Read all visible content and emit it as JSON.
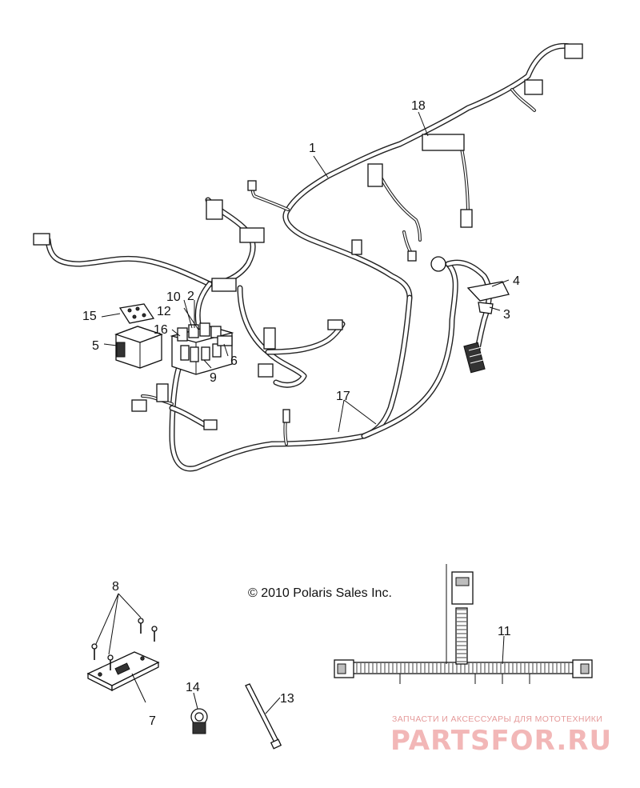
{
  "copyright": "© 2010 Polaris Sales Inc.",
  "watermark": {
    "tagline": "ЗАПЧАСТИ И АКСЕССУАРЫ ДЛЯ МОТОТЕХНИКИ",
    "brand": "PARTSFOR.RU"
  },
  "callouts": [
    {
      "id": "c1",
      "label": "1"
    },
    {
      "id": "c2",
      "label": "2"
    },
    {
      "id": "c3",
      "label": "3"
    },
    {
      "id": "c4",
      "label": "4"
    },
    {
      "id": "c5",
      "label": "5"
    },
    {
      "id": "c6",
      "label": "6"
    },
    {
      "id": "c7",
      "label": "7"
    },
    {
      "id": "c8",
      "label": "8"
    },
    {
      "id": "c9",
      "label": "9"
    },
    {
      "id": "c10",
      "label": "10"
    },
    {
      "id": "c11",
      "label": "11"
    },
    {
      "id": "c12",
      "label": "12"
    },
    {
      "id": "c13",
      "label": "13"
    },
    {
      "id": "c14",
      "label": "14"
    },
    {
      "id": "c15",
      "label": "15"
    },
    {
      "id": "c16",
      "label": "16"
    },
    {
      "id": "c17",
      "label": "17"
    },
    {
      "id": "c18",
      "label": "18"
    }
  ]
}
